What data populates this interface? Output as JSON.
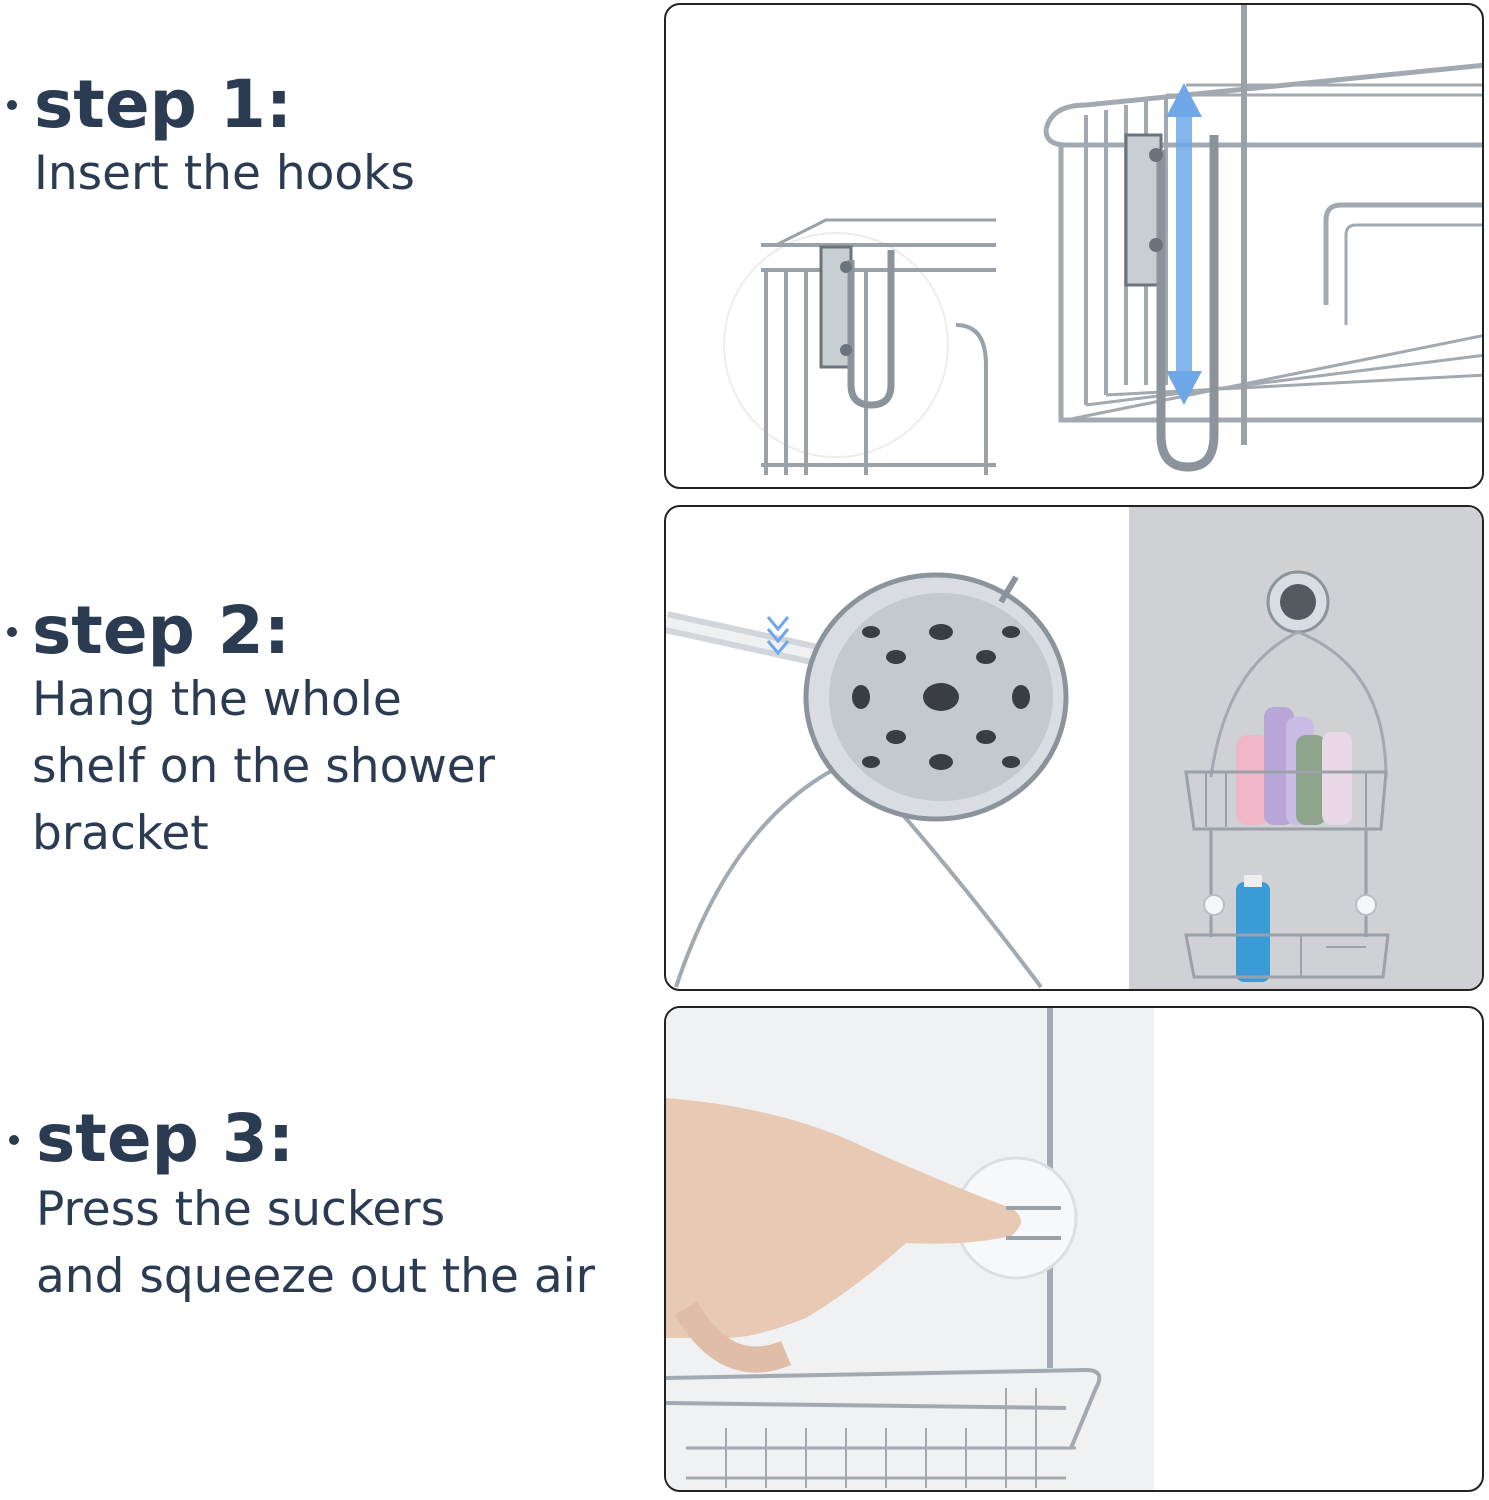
{
  "steps": [
    {
      "title": "step 1:",
      "description_lines": [
        "Insert the hooks"
      ]
    },
    {
      "title": "step 2:",
      "description_lines": [
        "Hang the whole",
        "shelf on the shower",
        "bracket"
      ]
    },
    {
      "title": "step 3:",
      "description_lines": [
        "Press the suckers",
        "and squeeze out the air"
      ]
    }
  ],
  "colors": {
    "text": "#2b3c52",
    "chrome": "#a9afb6",
    "chrome_dark": "#6c737b",
    "arrow_blue": "#6fa8e8",
    "panel_gray_bg": "#cfd1d4",
    "skin": "#e8c9b4",
    "bottle_pink": "#f2b6c9",
    "bottle_purple": "#b8a6d8",
    "bottle_green": "#8ea48c",
    "bottle_blue": "#3b9bd6"
  }
}
